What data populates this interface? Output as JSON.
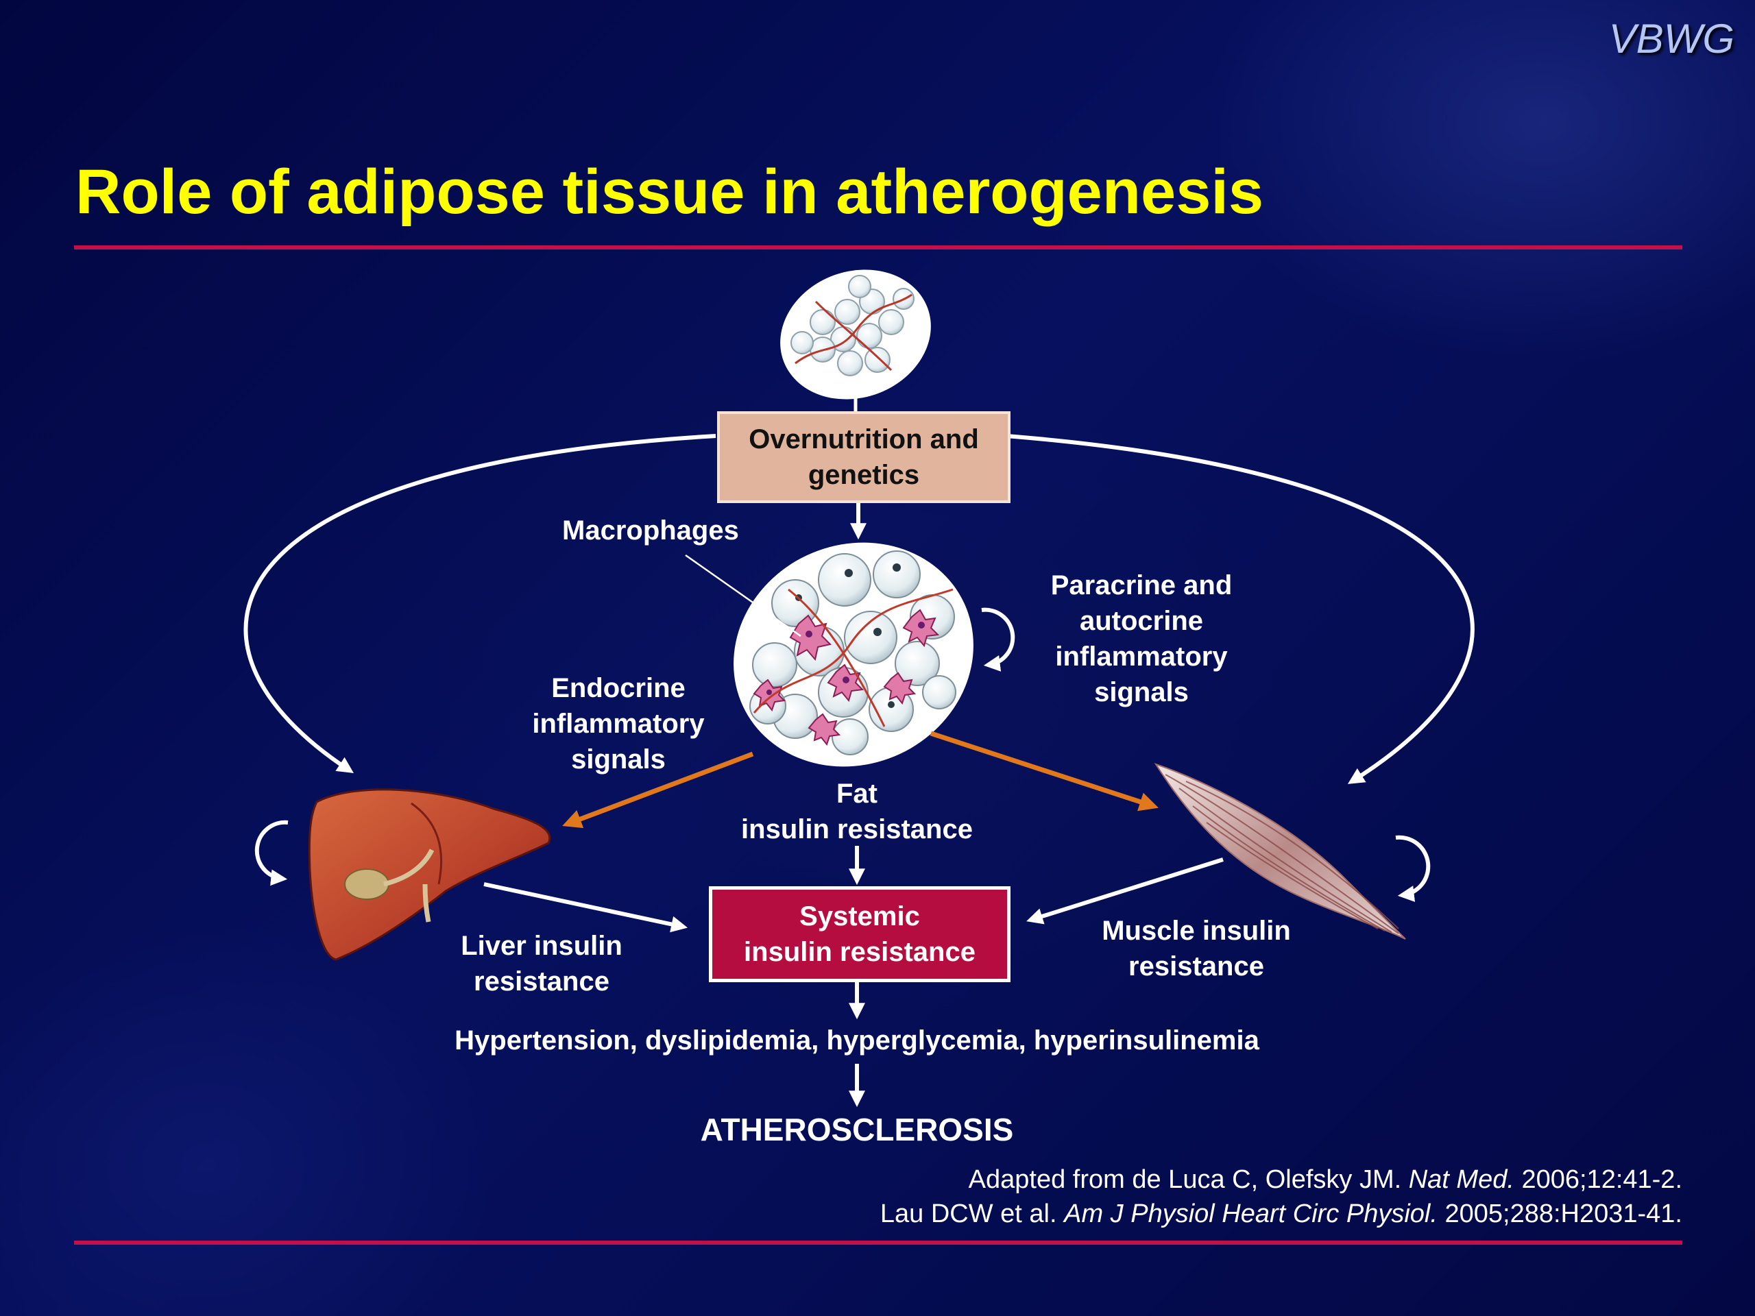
{
  "brand": "VBWG",
  "title": "Role of adipose tissue in atherogenesis",
  "diagram": {
    "overnutrition": {
      "line1": "Overnutrition and",
      "line2": "genetics"
    },
    "macrophages": "Macrophages",
    "paracrine": {
      "line1": "Paracrine and",
      "line2": "autocrine",
      "line3": "inflammatory",
      "line4": "signals"
    },
    "endocrine": {
      "line1": "Endocrine",
      "line2": "inflammatory",
      "line3": "signals"
    },
    "fat_ir": {
      "line1": "Fat",
      "line2": "insulin resistance"
    },
    "liver_ir": {
      "line1": "Liver insulin",
      "line2": "resistance"
    },
    "muscle_ir": {
      "line1": "Muscle insulin",
      "line2": "resistance"
    },
    "systemic": {
      "line1": "Systemic",
      "line2": "insulin resistance"
    },
    "conditions": "Hypertension, dyslipidemia, hyperglycemia, hyperinsulinemia",
    "outcome": "ATHEROSCLEROSIS"
  },
  "references": {
    "ref1": {
      "prefix": "Adapted from de Luca C, Olefsky JM.",
      "journal": "Nat Med.",
      "suffix": "2006;12:41-2."
    },
    "ref2": {
      "prefix": "Lau DCW et al.",
      "journal": "Am J Physiol Heart Circ Physiol.",
      "suffix": "2005;288:H2031-41."
    }
  },
  "colors": {
    "title": "#ffff00",
    "rule": "#c0114a",
    "orange_arrow": "#e2781c",
    "systemic_box": "#b50d3f",
    "overnutrition_box": "#e1b59d"
  }
}
